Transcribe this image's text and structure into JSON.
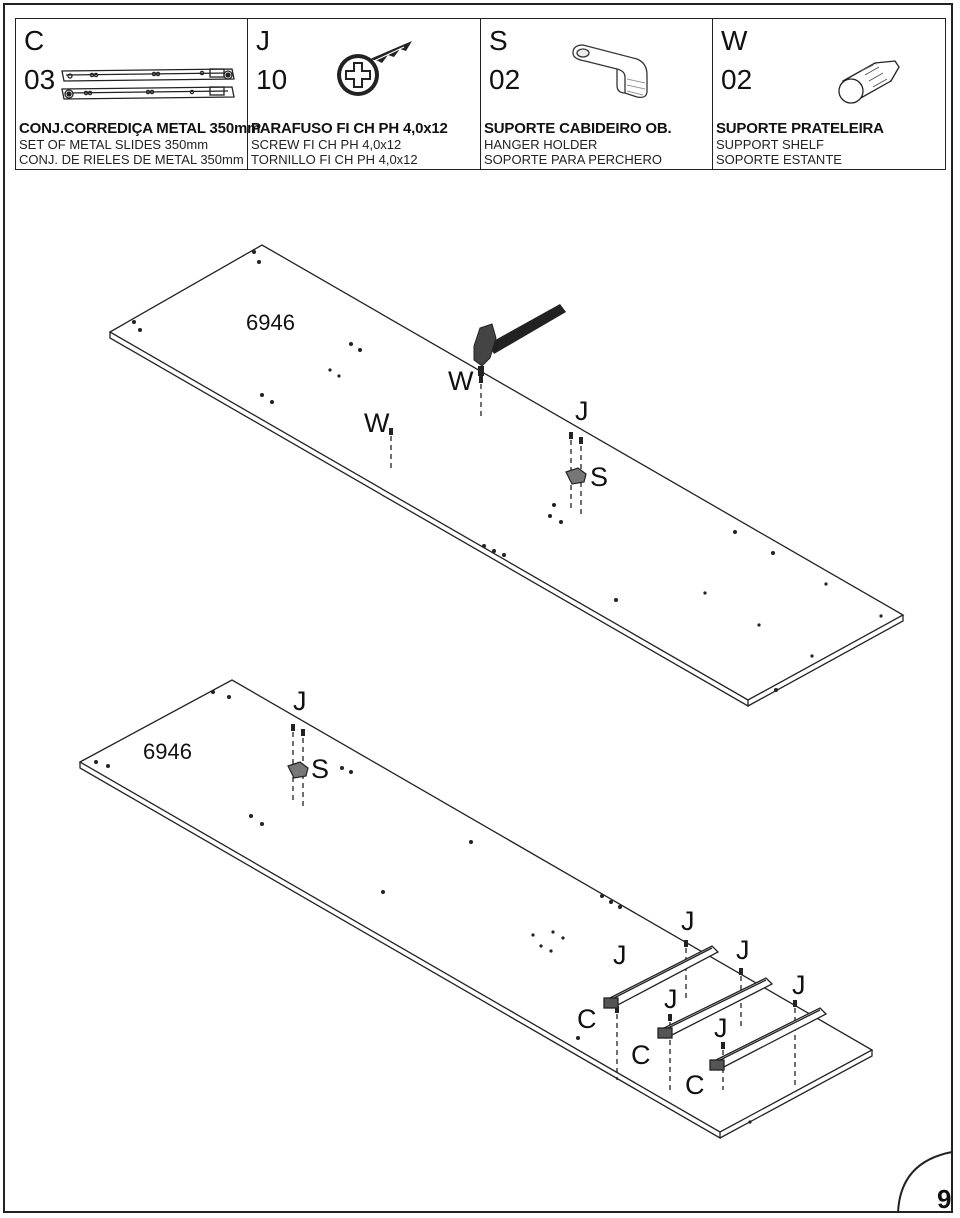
{
  "parts": [
    {
      "code": "C",
      "quantity": "03",
      "name": "CONJ.CORREDIÇA METAL 350mm",
      "name_en": "SET OF METAL SLIDES 350mm",
      "name_es": "CONJ. DE RIELES DE METAL 350mm",
      "icon": "metal-slide-icon"
    },
    {
      "code": "J",
      "quantity": "10",
      "name": "PARAFUSO FI CH PH 4,0x12",
      "name_en": "SCREW FI CH PH 4,0x12",
      "name_es": "TORNILLO FI CH PH 4,0x12",
      "icon": "screw-icon"
    },
    {
      "code": "S",
      "quantity": "02",
      "name": "SUPORTE CABIDEIRO OB.",
      "name_en": "HANGER HOLDER",
      "name_es": "SOPORTE PARA PERCHERO",
      "icon": "hanger-holder-icon"
    },
    {
      "code": "W",
      "quantity": "02",
      "name": "SUPORTE PRATELEIRA",
      "name_en": "SUPPORT SHELF",
      "name_es": "SOPORTE ESTANTE",
      "icon": "shelf-support-icon"
    }
  ],
  "diagram": {
    "panel_top": {
      "part_number": "6946",
      "labels": {
        "w1": "W",
        "w2": "W",
        "j": "J",
        "s": "S"
      },
      "tool": "hammer-icon"
    },
    "panel_bottom": {
      "part_number": "6946",
      "labels": {
        "j_top": "J",
        "s": "S",
        "j1": "J",
        "j2": "J",
        "j3": "J",
        "j4": "J",
        "j5": "J",
        "j6": "J",
        "c1": "C",
        "c2": "C",
        "c3": "C"
      }
    }
  },
  "page": {
    "number": "9"
  }
}
